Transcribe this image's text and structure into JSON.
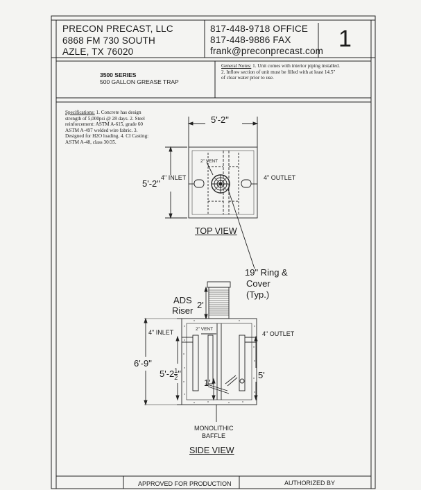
{
  "company": {
    "name": "PRECON PRECAST, LLC",
    "address1": "6868 FM 730 SOUTH",
    "address2": "AZLE, TX 76020",
    "phone_office": "817-448-9718 OFFICE",
    "phone_fax": "817-448-9886 FAX",
    "email": "frank@preconprecast.com"
  },
  "sheet_number": "1",
  "product": {
    "series": "3500 SERIES",
    "description": "500 GALLON GREASE TRAP"
  },
  "general_notes": {
    "heading": "General Notes:",
    "line1": " 1. Unit comes with interior piping installed.",
    "line2": "2. Inflow section of unit must be filled with at least 14.5\"",
    "line3": "of clear water prior to use."
  },
  "specifications": {
    "heading": "Specifications:",
    "text": " 1. Concrete has design strength of 5,000psi @ 28 days. 2. Steel reinforcement: ASTM A-615, grade 60 ASTM A-497 welded wire fabric. 3. Designed for H2O loading. 4. CI Casting: ASTM A-48, class 30/35."
  },
  "top_view": {
    "width_dim": "5'-2\"",
    "height_dim": "5'-2\"",
    "vent_label": "2\" VENT",
    "inlet_label": "4\" INLET",
    "outlet_label": "4\" OUTLET",
    "title": "TOP VIEW"
  },
  "callout": {
    "line1": "19\" Ring &",
    "line2": "Cover",
    "line3": "(Typ.)"
  },
  "side_view": {
    "riser_label1": "ADS",
    "riser_label2": "Riser",
    "riser_height": "2'",
    "vent_label": "2\" VENT",
    "inlet_label": "4\" INLET",
    "outlet_label": "4\" OUTLET",
    "overall_height": "6'-9\"",
    "inlet_depth_main": "5'-2",
    "inlet_depth_num": "1",
    "inlet_depth_den": "2",
    "inlet_depth_mark": "\"",
    "outlet_depth": "5'",
    "pipe_height": "1'",
    "baffle_label1": "MONOLITHIC",
    "baffle_label2": "BAFFLE",
    "title": "SIDE VIEW"
  },
  "footer": {
    "approved": "APPROVED FOR PRODUCTION",
    "authorized": "AUTHORIZED BY"
  }
}
